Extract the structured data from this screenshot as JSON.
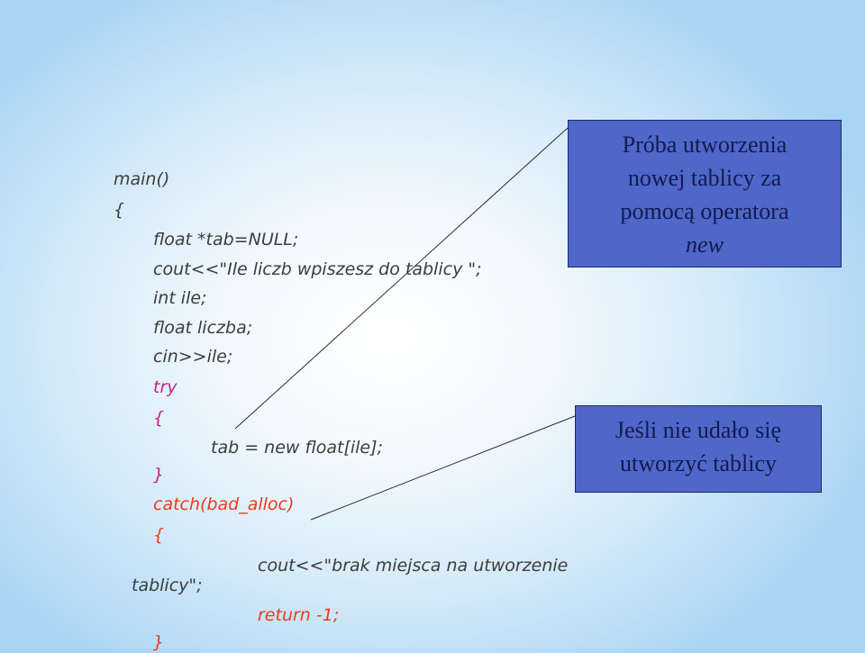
{
  "code": {
    "l01": "main()",
    "l02": "{",
    "l03": "float *tab=NULL;",
    "l04": "cout<<\"Ile liczb wpiszesz do tablicy \";",
    "l05": "int ile;",
    "l06": "float liczba;",
    "l07": "cin>>ile;",
    "l08": "try",
    "l09": "{",
    "l10": "tab = new float[ile];",
    "l11": "}",
    "l12": "catch(bad_alloc)",
    "l13": "{",
    "l14": "cout<<\"brak miejsca na utworzenie",
    "l15": "tablicy\";",
    "l16": "return -1;",
    "l17": "}"
  },
  "callouts": {
    "new_operator": {
      "line1": "Próba utworzenia",
      "line2": "nowej tablicy za",
      "line3": "pomocą operatora",
      "line4": "new"
    },
    "alloc_failed": {
      "line1": "Jeśli nie udało się",
      "line2": "utworzyć tablicy"
    }
  },
  "colors": {
    "code_text": "#3c3c3c",
    "try_block": "#cc1f86",
    "catch_block": "#ee3a1d",
    "callout_fill": "#4f67c9",
    "callout_text": "#131a4f"
  }
}
